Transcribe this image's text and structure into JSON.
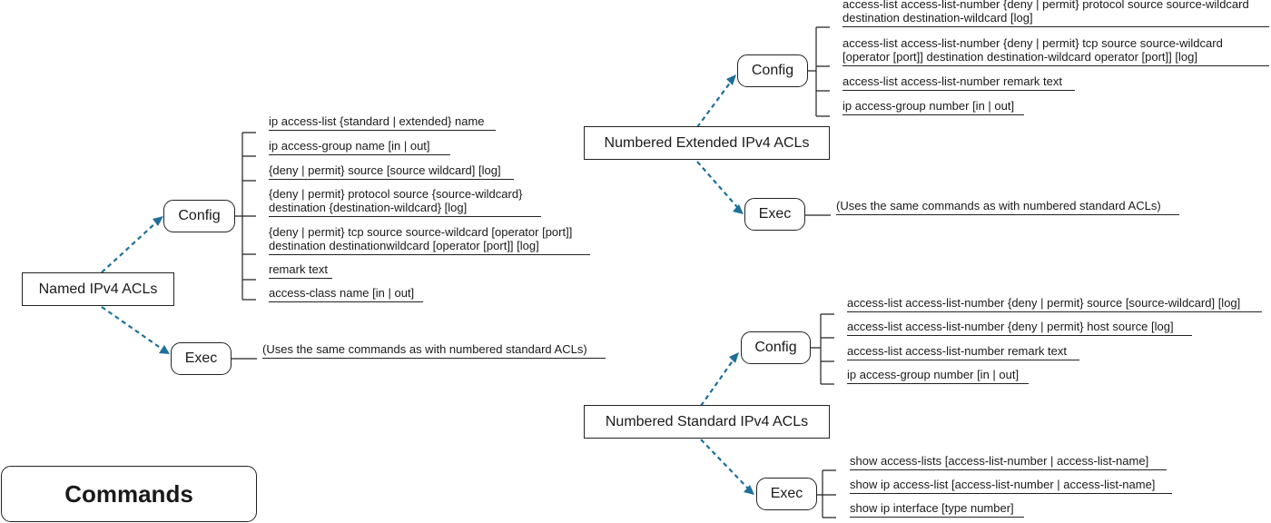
{
  "title": "Commands",
  "colors": {
    "arrow": "#1f6f9b",
    "line": "#222222"
  },
  "named": {
    "label": "Named IPv4 ACLs",
    "config": {
      "label": "Config",
      "commands": [
        "ip access-list {standard | extended} name",
        "ip access-group name [in | out]",
        "{deny | permit} source [source wildcard] [log]",
        "{deny | permit} protocol source {source-wildcard}\ndestination {destination-wildcard} [log]",
        "{deny | permit} tcp source source-wildcard [operator [port]]\ndestination destinationwildcard [operator [port]] [log]",
        "remark text",
        "access-class name [in | out]"
      ]
    },
    "exec": {
      "label": "Exec",
      "commands": [
        "(Uses the same commands as with numbered standard ACLs)"
      ]
    }
  },
  "extended": {
    "label": "Numbered Extended IPv4 ACLs",
    "config": {
      "label": "Config",
      "commands": [
        "access-list access-list-number {deny | permit} protocol source source-wildcard\ndestination destination-wildcard [log]",
        "access-list access-list-number {deny | permit} tcp source source-wildcard\n[operator [port]] destination destination-wildcard operator [port]] [log]",
        "access-list access-list-number remark text",
        "ip access-group number [in | out]"
      ]
    },
    "exec": {
      "label": "Exec",
      "commands": [
        "(Uses the same commands as with numbered standard ACLs)"
      ]
    }
  },
  "standard": {
    "label": "Numbered Standard IPv4 ACLs",
    "config": {
      "label": "Config",
      "commands": [
        "access-list access-list-number {deny | permit} source [source-wildcard] [log]",
        "access-list access-list-number {deny | permit} host source [log]",
        "access-list access-list-number remark text",
        "ip access-group number [in | out]"
      ]
    },
    "exec": {
      "label": "Exec",
      "commands": [
        "show access-lists [access-list-number | access-list-name]",
        "show ip access-list [access-list-number | access-list-name]",
        "show ip interface [type number]"
      ]
    }
  }
}
